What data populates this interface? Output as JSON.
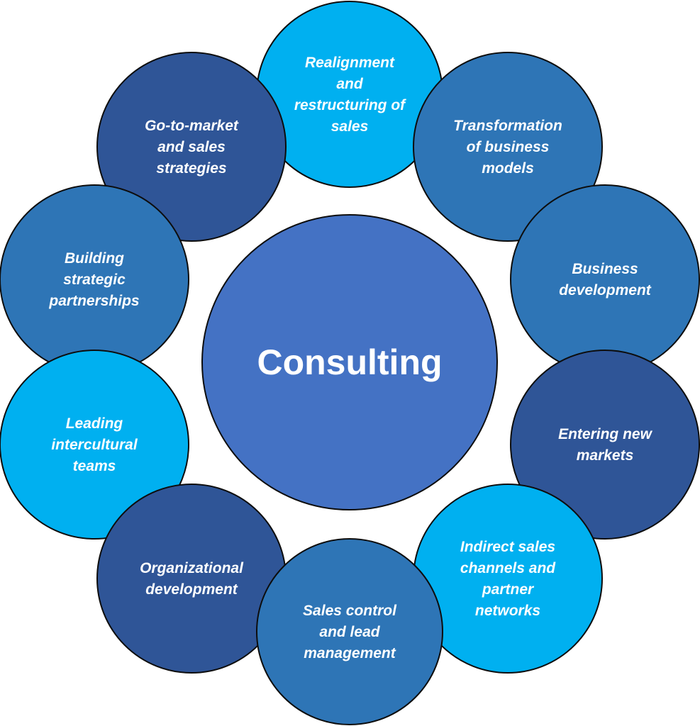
{
  "center": {
    "label": "Consulting",
    "color": "#4472c4"
  },
  "palette": {
    "light": "#00b0f0",
    "medium": "#2e75b6",
    "dark": "#2f5597",
    "outline": "#0d0d0d"
  },
  "services": [
    {
      "key": "realignment",
      "lines": [
        "Realignment",
        "and",
        "restructuring of",
        "sales"
      ],
      "color": "#00b0f0"
    },
    {
      "key": "transformation",
      "lines": [
        "Transformation",
        "of business",
        "models"
      ],
      "color": "#2e75b6"
    },
    {
      "key": "business-development",
      "lines": [
        "Business",
        "development"
      ],
      "color": "#2e75b6"
    },
    {
      "key": "new-markets",
      "lines": [
        "Entering new",
        "markets"
      ],
      "color": "#2f5597"
    },
    {
      "key": "indirect-sales",
      "lines": [
        "Indirect sales",
        "channels and",
        "partner",
        "networks"
      ],
      "color": "#00b0f0"
    },
    {
      "key": "sales-control",
      "lines": [
        "Sales control",
        "and lead",
        "management"
      ],
      "color": "#2e75b6"
    },
    {
      "key": "organizational",
      "lines": [
        "Organizational",
        "development"
      ],
      "color": "#2f5597"
    },
    {
      "key": "intercultural",
      "lines": [
        "Leading",
        "intercultural",
        "teams"
      ],
      "color": "#00b0f0"
    },
    {
      "key": "partnerships",
      "lines": [
        "Building",
        "strategic",
        "partnerships"
      ],
      "color": "#2e75b6"
    },
    {
      "key": "go-to-market",
      "lines": [
        "Go-to-market",
        "and sales",
        "strategies"
      ],
      "color": "#2f5597"
    }
  ]
}
